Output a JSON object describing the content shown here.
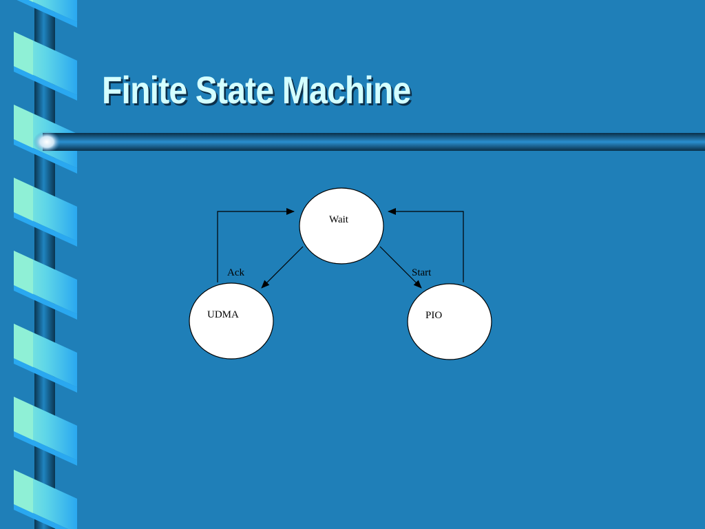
{
  "slide": {
    "title": "Finite State Machine"
  },
  "diagram": {
    "nodes": [
      {
        "id": "wait",
        "label": "Wait"
      },
      {
        "id": "udma",
        "label": "UDMA"
      },
      {
        "id": "pio",
        "label": "PIO"
      }
    ],
    "edges": [
      {
        "from": "wait",
        "to": "udma",
        "label": ""
      },
      {
        "from": "wait",
        "to": "pio",
        "label": ""
      },
      {
        "from": "udma",
        "to": "wait",
        "label": "Ack"
      },
      {
        "from": "pio",
        "to": "wait",
        "label": "Start"
      }
    ]
  },
  "colors": {
    "background": "#1f7fb8",
    "title": "#d4ffff",
    "ribbon_light": "#8ff0d6",
    "ribbon_blue": "#2aa8f0",
    "node_fill": "#ffffff",
    "line": "#000000"
  }
}
